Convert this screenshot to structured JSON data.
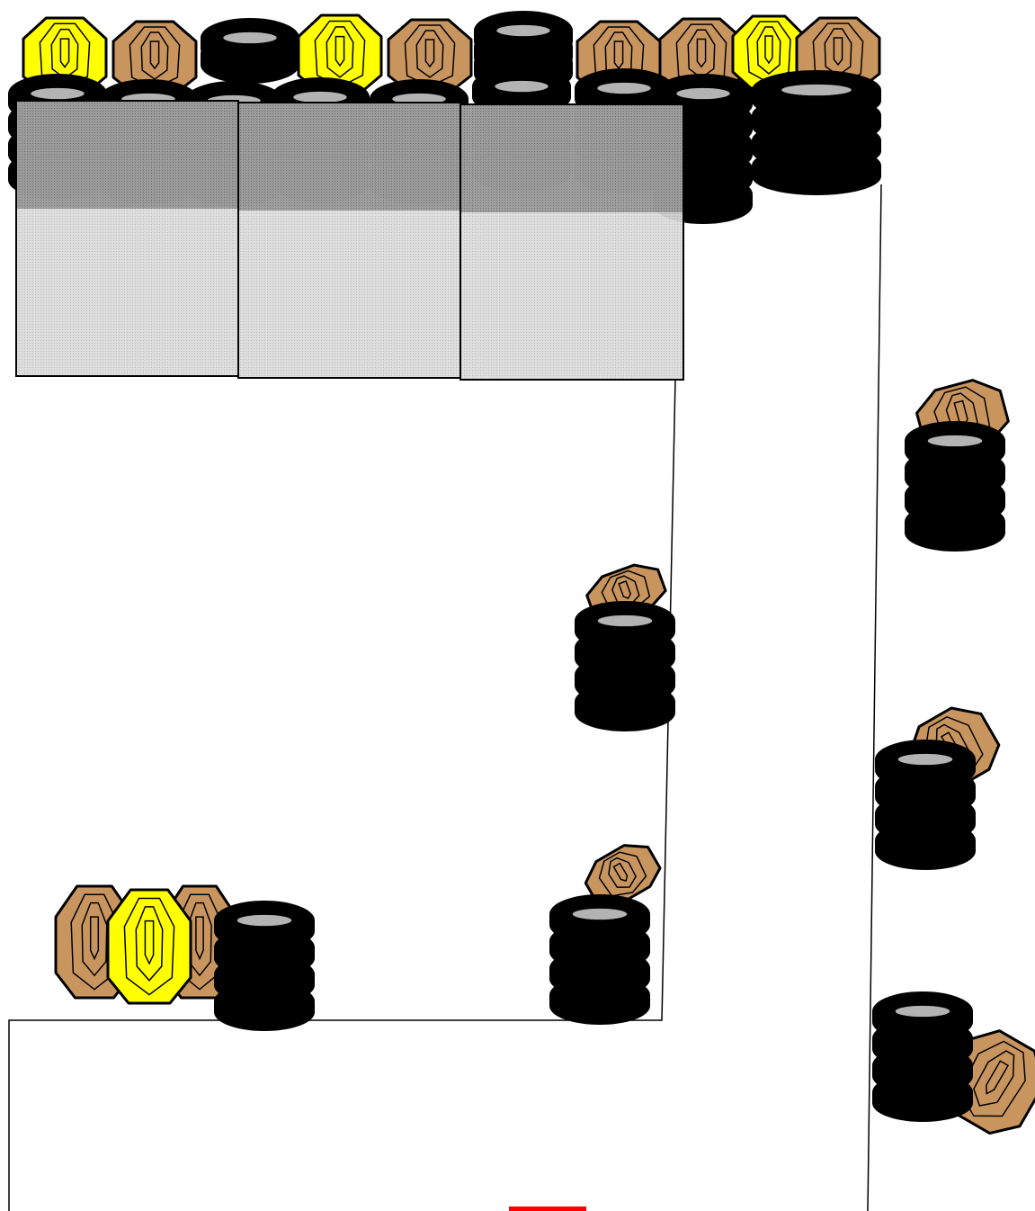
{
  "legend": {},
  "colors": {
    "background": "#ffffff",
    "line": "#000000",
    "tire": "#000000",
    "tire_hole": "#b3b3b3",
    "target_paper": "#c8955f",
    "target_steel": "#ffff00",
    "wall_fill": "#dcdcdc",
    "wall_shade": "#8e8e8e",
    "start_marker": "#ff0000"
  },
  "stage": {
    "barrier_panels": [
      {
        "name": "barrier-panel-1"
      },
      {
        "name": "barrier-panel-2"
      },
      {
        "name": "barrier-panel-3"
      }
    ],
    "tire_stacks": [
      {
        "name": "tire-stack-back-1",
        "tires": 4
      },
      {
        "name": "tire-stack-back-2",
        "tires": 4
      },
      {
        "name": "tire-stack-back-3",
        "tires": 4
      },
      {
        "name": "tire-stack-back-4",
        "tires": 4
      },
      {
        "name": "tire-stack-back-5",
        "tires": 4
      },
      {
        "name": "tire-stack-back-6",
        "tires": 4
      },
      {
        "name": "tire-stack-back-7",
        "tires": 4
      },
      {
        "name": "tire-stack-back-8",
        "tires": 4
      },
      {
        "name": "tire-stack-back-9",
        "tires": 4
      },
      {
        "name": "tire-stack-right-upper",
        "tires": 4
      },
      {
        "name": "tire-stack-center-upper",
        "tires": 4
      },
      {
        "name": "tire-stack-right-middle",
        "tires": 4
      },
      {
        "name": "tire-stack-center-lower",
        "tires": 4
      },
      {
        "name": "tire-stack-left-lower",
        "tires": 4
      },
      {
        "name": "tire-stack-right-lower",
        "tires": 4
      }
    ],
    "targets": [
      {
        "name": "steel-target-back-1",
        "kind": "steel"
      },
      {
        "name": "paper-target-back-1",
        "kind": "paper"
      },
      {
        "name": "steel-target-back-2",
        "kind": "steel"
      },
      {
        "name": "paper-target-back-2",
        "kind": "paper"
      },
      {
        "name": "paper-target-back-3",
        "kind": "paper"
      },
      {
        "name": "paper-target-back-4",
        "kind": "paper"
      },
      {
        "name": "steel-target-back-3",
        "kind": "steel"
      },
      {
        "name": "paper-target-back-5",
        "kind": "paper"
      },
      {
        "name": "paper-target-right-upper",
        "kind": "paper"
      },
      {
        "name": "paper-target-center-upper",
        "kind": "paper"
      },
      {
        "name": "paper-target-right-middle",
        "kind": "paper"
      },
      {
        "name": "paper-target-center-lower",
        "kind": "paper"
      },
      {
        "name": "paper-target-left-lower-1",
        "kind": "paper"
      },
      {
        "name": "paper-target-left-lower-2",
        "kind": "paper"
      },
      {
        "name": "steel-target-left-lower",
        "kind": "steel"
      },
      {
        "name": "paper-target-right-lower",
        "kind": "paper"
      }
    ],
    "start_position": {
      "name": "start-position-marker"
    }
  }
}
